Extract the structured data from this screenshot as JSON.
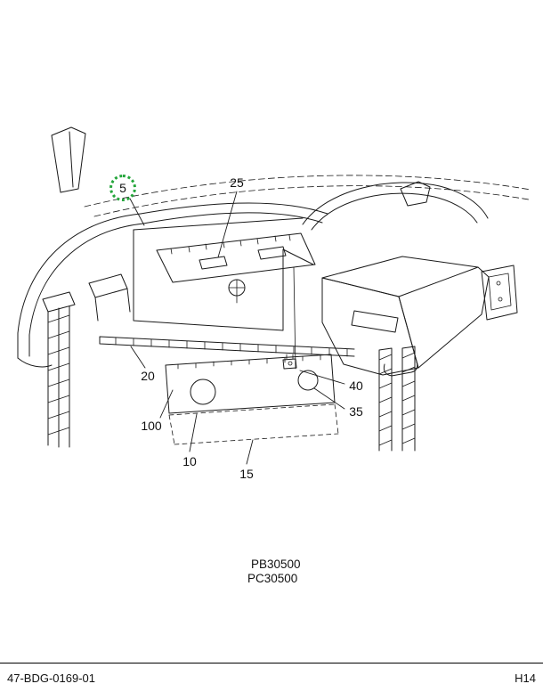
{
  "page": {
    "footer_left": "47-BDG-0169-01",
    "footer_right": "H14",
    "part_code_primary": "PB30500",
    "part_code_secondary": "PC30500"
  },
  "callouts": {
    "c5": "5",
    "c25": "25",
    "c20": "20",
    "c100": "100",
    "c40": "40",
    "c35": "35",
    "c10": "10",
    "c15": "15"
  },
  "colors": {
    "line": "#1a1a1a",
    "highlight": "#23a53a",
    "background": "#ffffff"
  }
}
